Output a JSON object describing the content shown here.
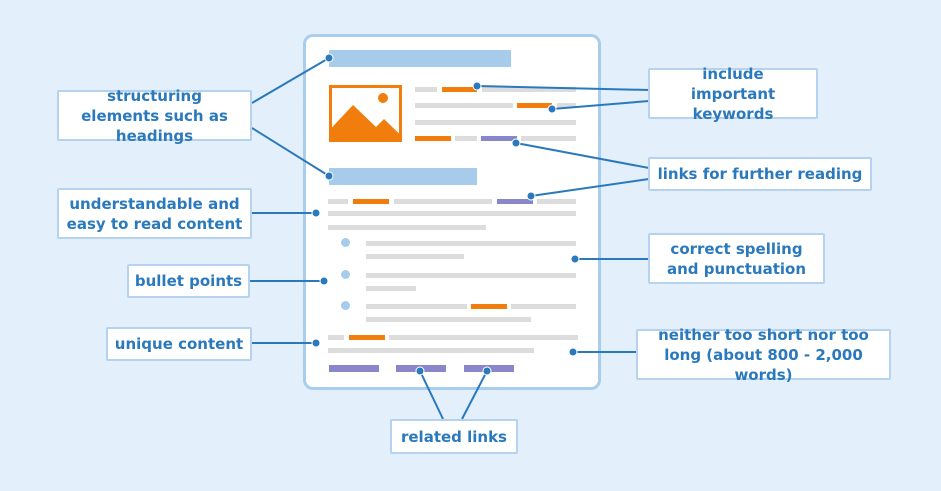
{
  "labels": {
    "headings": "structuring elements such as headings",
    "readable": "understandable and easy to read content",
    "bullets": "bullet points",
    "unique": "unique content",
    "keywords": "include important keywords",
    "further_reading": "links for further reading",
    "spelling": "correct spelling and punctuation",
    "length": "neither too short nor too long (about 800 - 2,000 words)",
    "related": "related links"
  },
  "icons": {
    "image": "image-placeholder-icon"
  },
  "colors": {
    "background": "#e3effb",
    "accent_blue": "#2a79bd",
    "heading_bar": "#a7cbea",
    "keyword": "#f07d0c",
    "link": "#8a86cc",
    "text_line": "#dcdcdc"
  }
}
